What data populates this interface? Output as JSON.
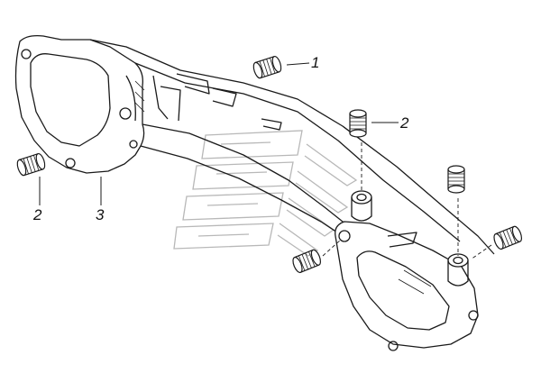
{
  "colors": {
    "line": "#1a1a1a",
    "watermark": "#b8b8b8",
    "background": "#ffffff"
  },
  "diagram": {
    "watermark_icon": "truck-logo-watermark",
    "callouts": [
      {
        "id": "callout-1",
        "text": "1"
      },
      {
        "id": "callout-2-right",
        "text": "2"
      },
      {
        "id": "callout-2-left",
        "text": "2"
      },
      {
        "id": "callout-3",
        "text": "3"
      }
    ]
  }
}
